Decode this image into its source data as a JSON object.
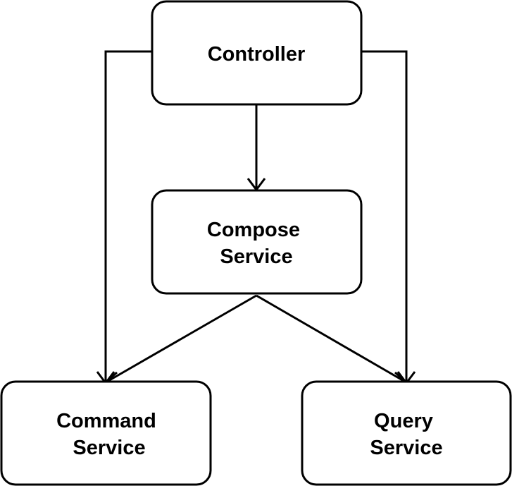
{
  "nodes": {
    "controller": {
      "lines": [
        "Controller"
      ]
    },
    "compose": {
      "lines": [
        "Compose",
        "Service"
      ]
    },
    "command": {
      "lines": [
        "Command",
        "Service"
      ]
    },
    "query": {
      "lines": [
        "Query",
        "Service"
      ]
    }
  },
  "colors": {
    "stroke": "#000000",
    "fill": "#ffffff",
    "text": "#000000"
  }
}
